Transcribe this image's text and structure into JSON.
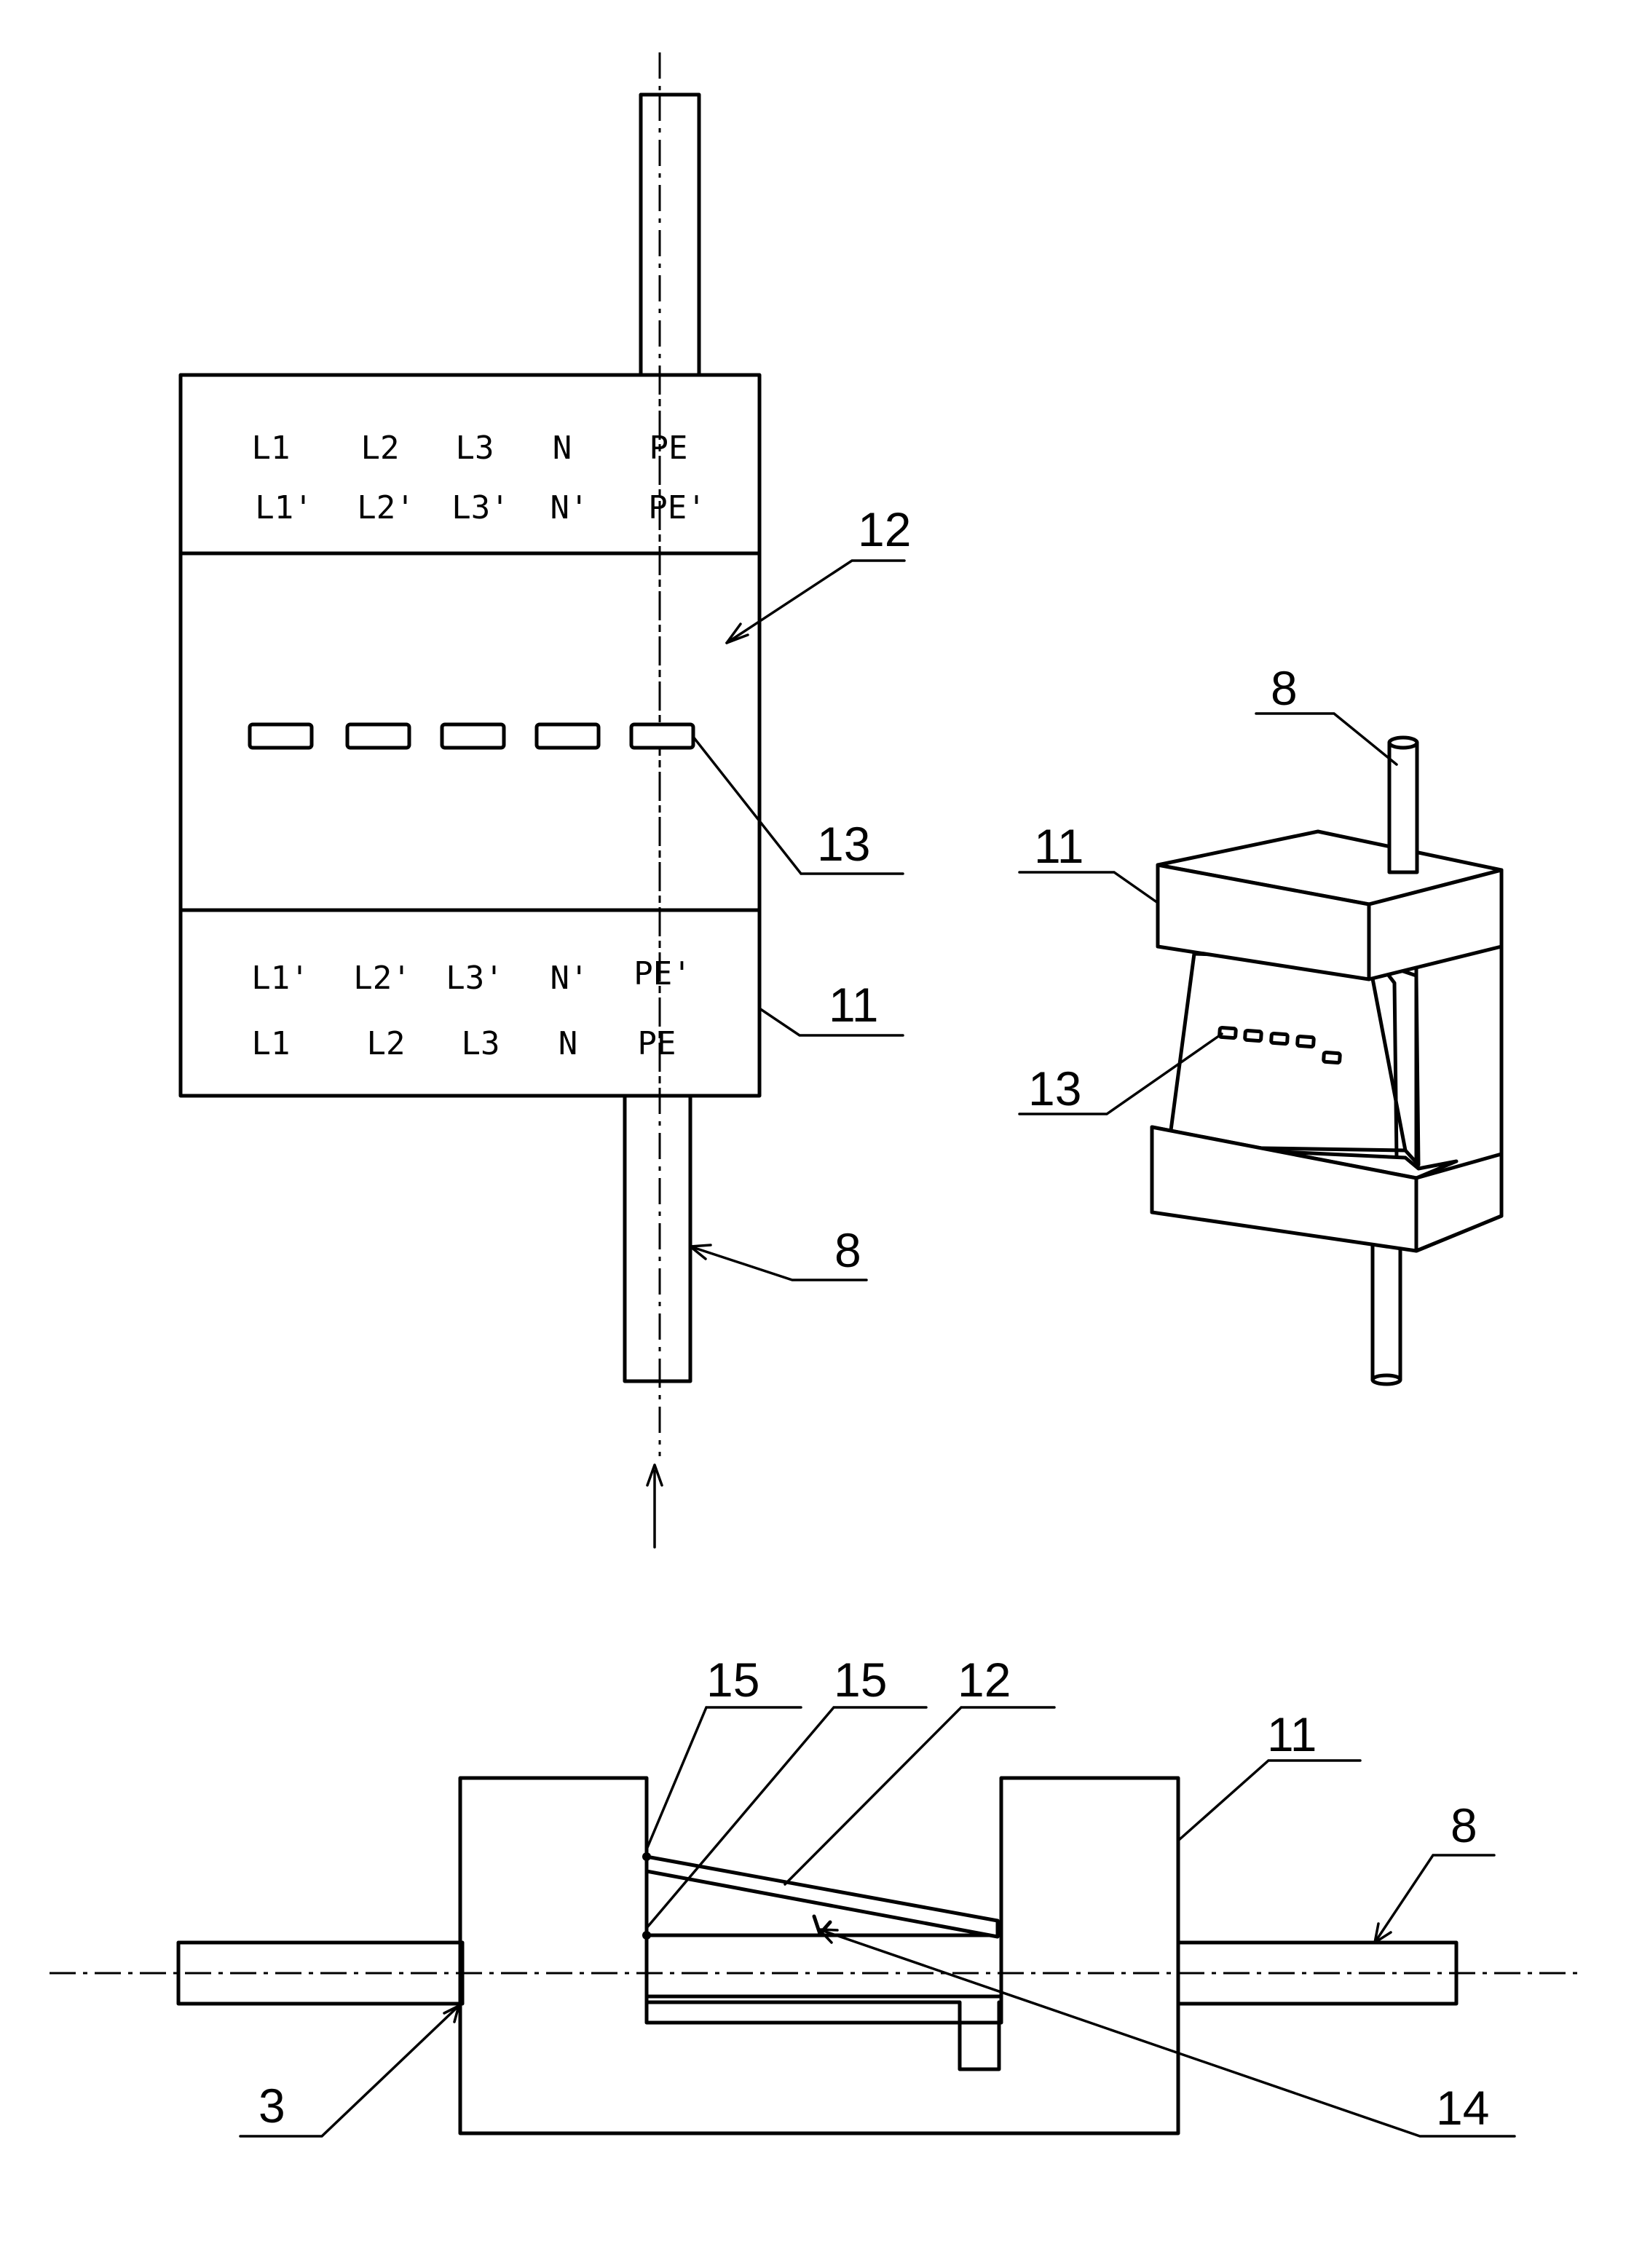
{
  "front_view": {
    "upper_block": {
      "row1": [
        "L1",
        "L2",
        "L3",
        "N",
        "PE"
      ],
      "row2": [
        "L1'",
        "L2'",
        "L3'",
        "N'",
        "PE'"
      ]
    },
    "lower_block": {
      "row1": [
        "L1'",
        "L2'",
        "L3'",
        "N'",
        "PE'"
      ],
      "row2": [
        "L1",
        "L2",
        "L3",
        "N",
        "PE"
      ]
    },
    "labels": {
      "panel": "12",
      "contact": "13",
      "housing": "11",
      "rod": "8"
    }
  },
  "perspective_view": {
    "labels": {
      "rod": "8",
      "housing": "11",
      "contact": "13"
    }
  },
  "section_view": {
    "labels": {
      "edge_left": "15",
      "edge_right": "15",
      "panel": "12",
      "housing": "11",
      "rod": "8",
      "bore": "3",
      "spring": "14"
    }
  }
}
